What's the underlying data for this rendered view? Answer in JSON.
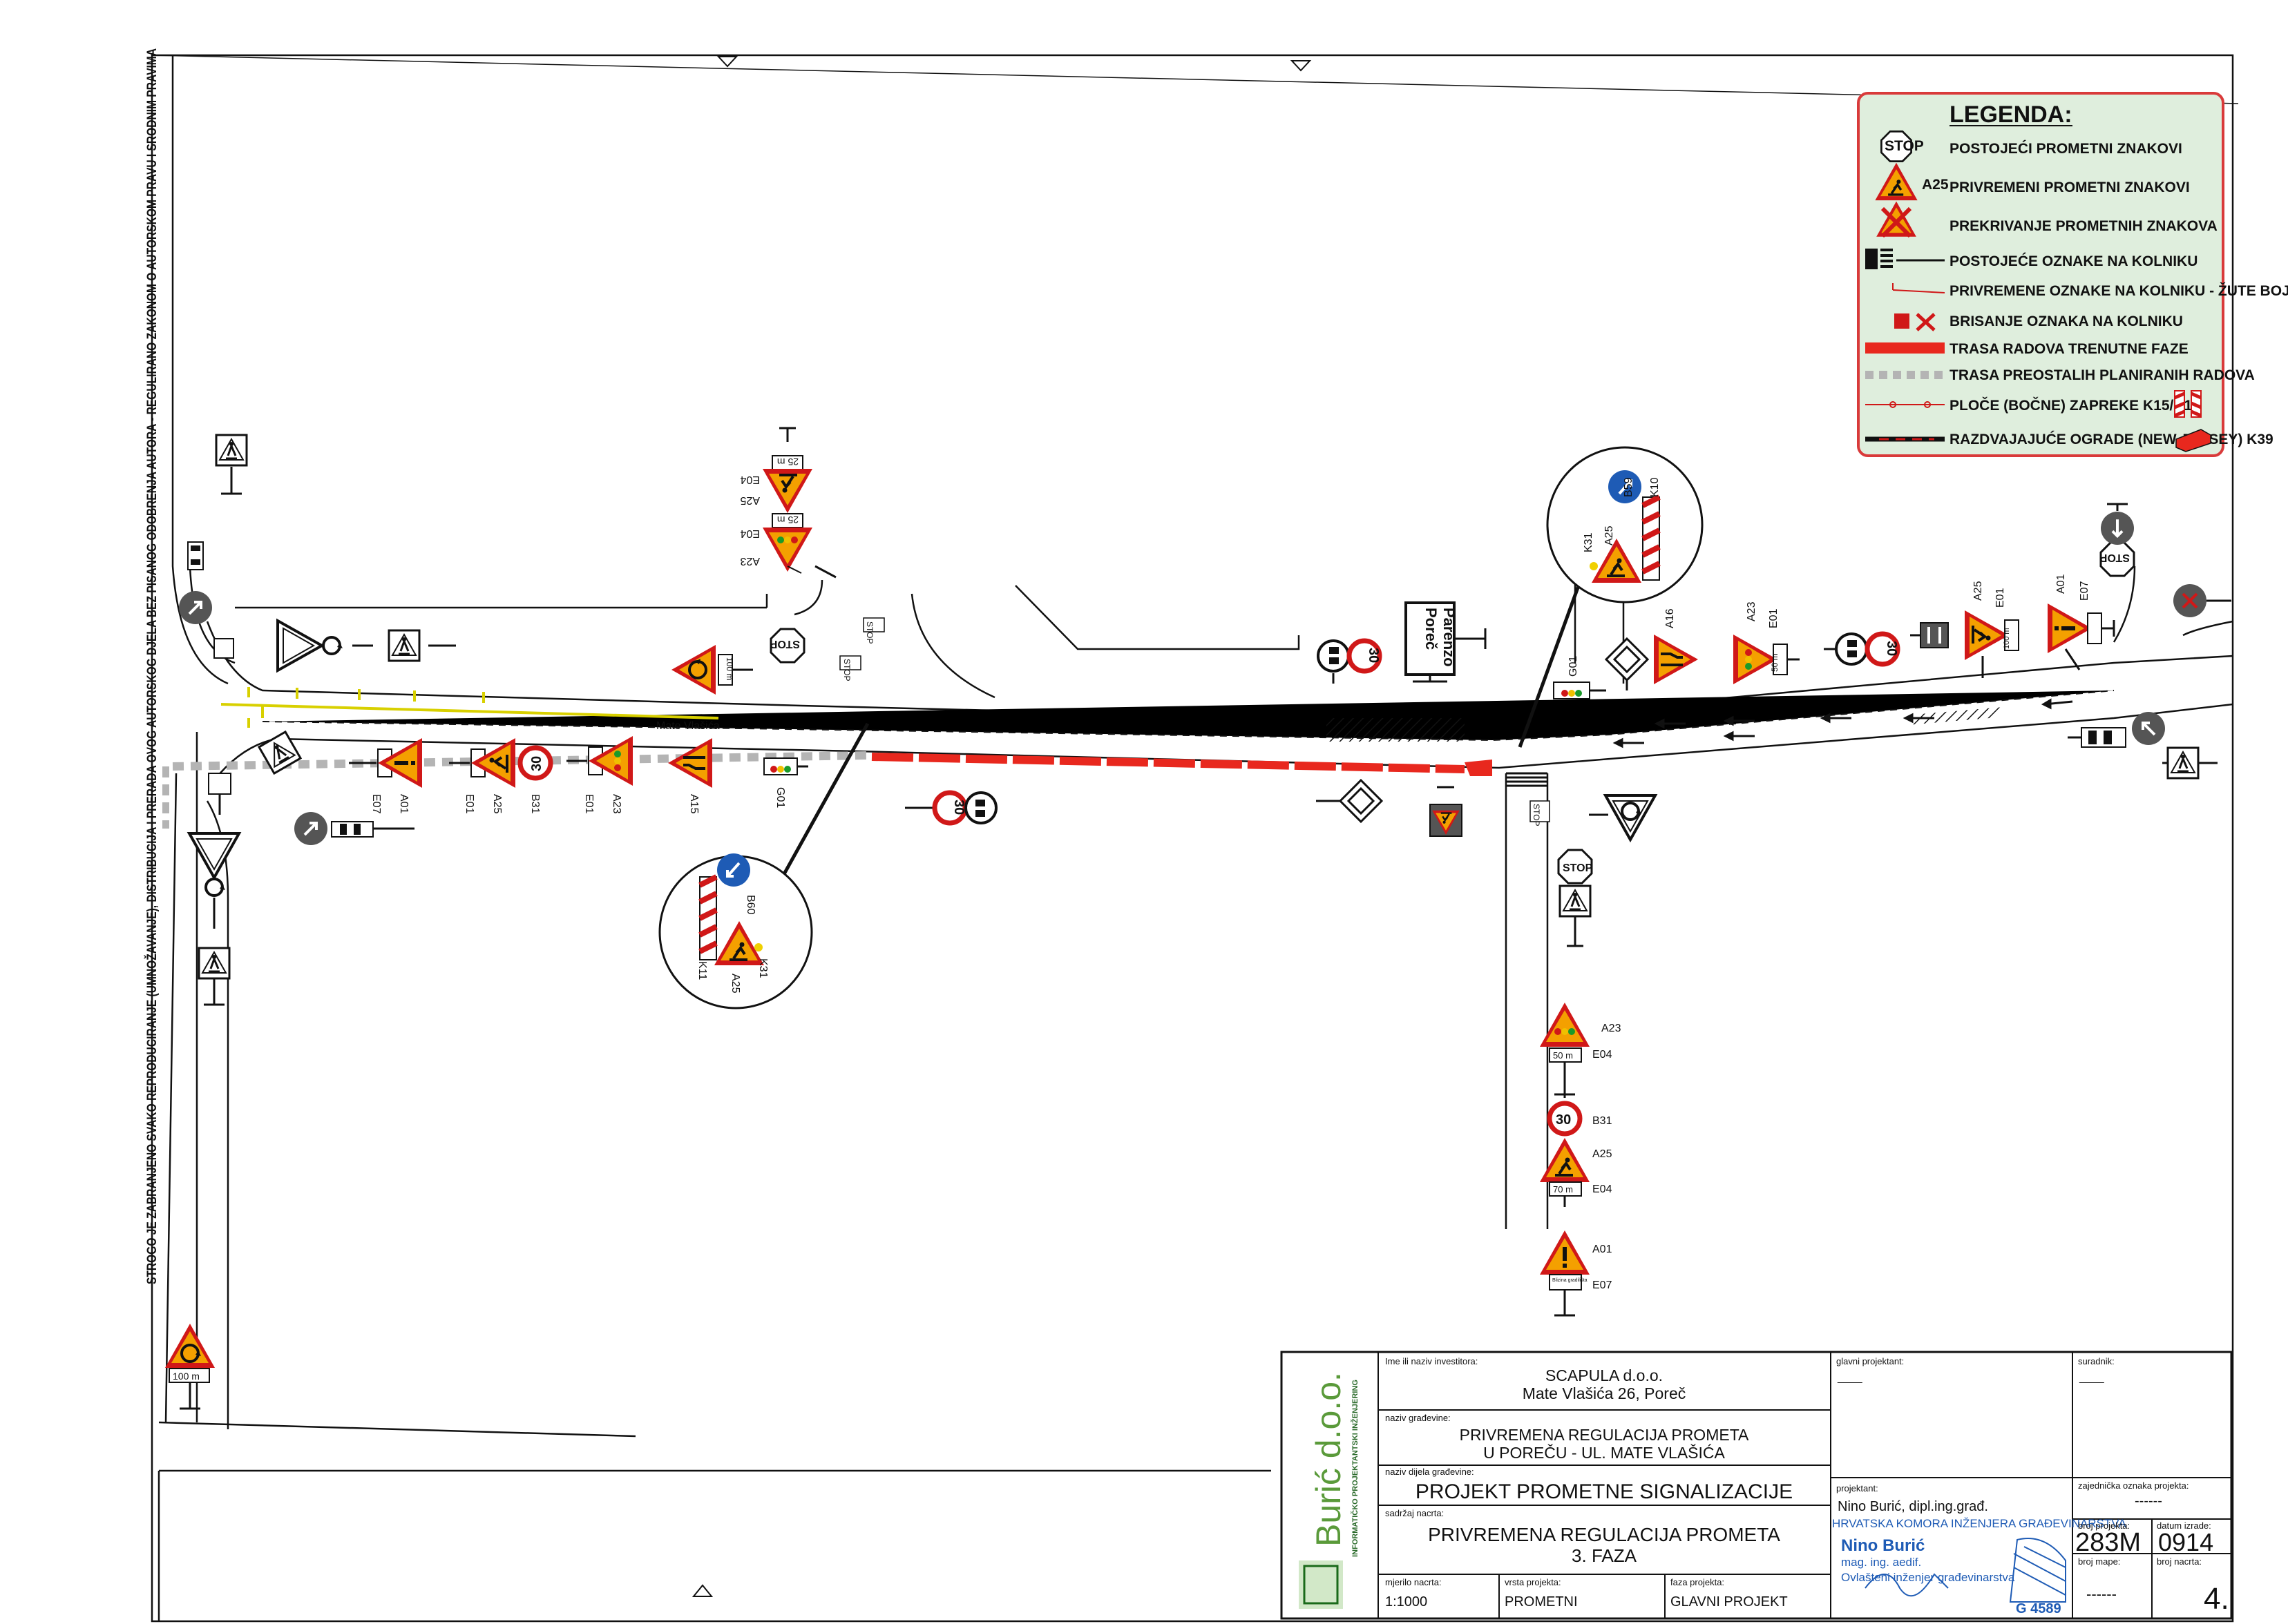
{
  "copyright_notice": "STROGO JE ZABRANJENO SVAKO REPRODUCIRANJE (UMNOŽAVANJE), DISTRIBUCIJA I PRERADA OVOG AUTORSKOG DJELA BEZ PISANOG ODOBRENJA AUTORA - REGULIRANO ZAKONOM O AUTORSKOM PRAVU I SRODNIM PRAVIMA",
  "street_label": "Mate Vlašića",
  "legend": {
    "title": "LEGENDA:",
    "items": [
      {
        "label": "POSTOJEĆI PROMETNI ZNAKOVI",
        "icon": "stop-sign-icon"
      },
      {
        "label": "PRIVREMENI PROMETNI ZNAKOVI",
        "code": "A25",
        "icon": "roadworks-sign-icon"
      },
      {
        "label": "PREKRIVANJE PROMETNIH ZNAKOVA",
        "icon": "covered-sign-icon"
      },
      {
        "label": "POSTOJEĆE OZNAKE NA KOLNIKU",
        "icon": "road-marking-icon"
      },
      {
        "label": "PRIVREMENE OZNAKE NA KOLNIKU - ŽUTE BOJE",
        "icon": "temp-marking-icon"
      },
      {
        "label": "BRISANJE OZNAKA NA KOLNIKU",
        "icon": "erase-marking-icon"
      },
      {
        "label": "TRASA RADOVA TRENUTNE FAZE",
        "icon": "current-route-icon"
      },
      {
        "label": "TRASA PREOSTALIH PLANIRANIH RADOVA",
        "icon": "remaining-route-icon"
      },
      {
        "label": "PLOČE (BOČNE) ZAPREKE K15/K16",
        "icon": "side-barrier-icon"
      },
      {
        "label": "RAZDVAJAJUĆE OGRADE (NEW JERSEY) K39",
        "icon": "new-jersey-icon"
      }
    ]
  },
  "signs": {
    "A01": "A01",
    "A15": "A15",
    "A16": "A16",
    "A23": "A23",
    "A25": "A25",
    "B31": "B31",
    "B59": "B59",
    "B60": "B60",
    "E01": "E01",
    "E04": "E04",
    "E07": "E07",
    "G01": "G01",
    "K10": "K10",
    "K11": "K11",
    "K31": "K31",
    "speed": "30",
    "stop": "STOP",
    "plate_25m": "25 m",
    "plate_50m": "50 m",
    "plate_70m": "70 m",
    "plate_100m": "100 m",
    "plate_works": "Blizina gradilišta",
    "town_1": "Poreč",
    "town_2": "Parenzo"
  },
  "title_block": {
    "investor_label": "Ime ili naziv investitora:",
    "investor_name": "SCAPULA d.o.o.",
    "investor_address": "Mate Vlašića 26, Poreč",
    "building_label": "naziv građevine:",
    "building_line1": "PRIVREMENA REGULACIJA PROMETA",
    "building_line2": "U POREČU - UL. MATE VLAŠIĆA",
    "part_label": "naziv dijela građevine:",
    "part_name": "PROJEKT PROMETNE SIGNALIZACIJE",
    "content_label": "sadržaj nacrta:",
    "content_line1": "PRIVREMENA REGULACIJA PROMETA",
    "content_line2": "3. FAZA",
    "scale_label": "mjerilo nacrta:",
    "scale": "1:1000",
    "type_label": "vrsta projekta:",
    "type": "PROMETNI",
    "phase_label": "faza projekta:",
    "phase": "GLAVNI PROJEKT",
    "chief_label": "glavni projektant:",
    "chief_value": "____",
    "associate_label": "suradnik:",
    "associate_value": "____",
    "designer_label": "projektant:",
    "designer_name": "Nino Burić, dipl.ing.građ.",
    "stamp_chamber": "HRVATSKA KOMORA INŽENJERA GRAĐEVINARSTVA",
    "stamp_name": "Nino Burić",
    "stamp_title": "mag. ing. aedif.",
    "stamp_role": "Ovlašteni inženjer građevinarstva",
    "stamp_number": "G 4589",
    "joint_label": "zajednička oznaka projekta:",
    "joint_value": "------",
    "project_no_label": "broj projekta:",
    "project_no": "283M",
    "date_label": "datum izrade:",
    "date": "0914",
    "folder_label": "broj mape:",
    "folder_value": "------",
    "drawing_no_label": "broj nacrta:",
    "drawing_no": "4.",
    "company_logo": "Burić d.o.o.",
    "company_sub": "INFORMATIČKO PROJEKTANTSKI INŽENJERING"
  },
  "colors": {
    "current_works": "#e8281e",
    "remaining_works": "#b4b4b4",
    "legend_bg": "#dfeedd",
    "legend_border": "#d93a3a",
    "warning_fill": "#f4a000",
    "warning_border": "#d01818",
    "blue_sign": "#1e5bb5",
    "temp_marking": "#d8d000"
  }
}
